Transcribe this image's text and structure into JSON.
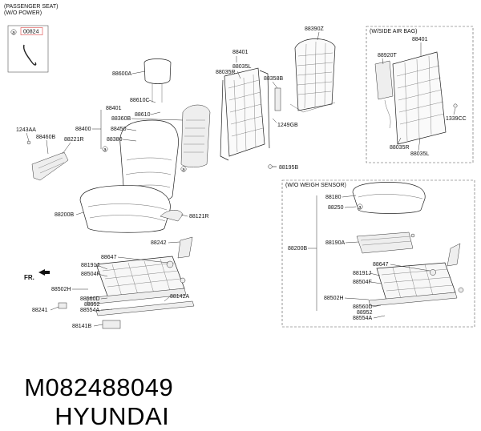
{
  "header": {
    "line1": "(PASSENGER SEAT)",
    "line2": "(W/O POWER)"
  },
  "inset": {
    "marker": "a",
    "part": "00824"
  },
  "boxes": {
    "side_airbag_title": "(W/SIDE AIR BAG)",
    "weigh_sensor_title": "(W/O WEIGH SENSOR)"
  },
  "callout_marks": [
    "a",
    "a",
    "a",
    "a"
  ],
  "direction_label": "FR.",
  "parts": {
    "p88390Z": "88390Z",
    "p88401_top": "88401",
    "p88035L_top": "88035L",
    "p88035R_top": "88035R",
    "p88358B": "88358B",
    "p1249GB": "1249GB",
    "p88195B": "88195B",
    "p88600A": "88600A",
    "p88610C": "88610C",
    "p88401_mid": "88401",
    "p88610": "88610",
    "p88360B": "88360B",
    "p88400": "88400",
    "p88450": "88450",
    "p88380": "88380",
    "p1243AA": "1243AA",
    "p88460B": "88460B",
    "p88221R": "88221R",
    "p88200B": "88200B",
    "p88121R": "88121R",
    "p88242": "88242",
    "p88647": "88647",
    "p88191J": "88191J",
    "p88504F": "88504F",
    "p88502H": "88502H",
    "p88560D": "88560D",
    "p88952": "88952",
    "p88554A": "88554A",
    "p88241": "88241",
    "p88142A": "88142A",
    "p88141B": "88141B",
    "sab_88401": "88401",
    "sab_88920T": "88920T",
    "sab_1339CC": "1339CC",
    "sab_88035R": "88035R",
    "sab_88035L": "88035L",
    "ws_88180": "88180",
    "ws_88250": "88250",
    "ws_88200B": "88200B",
    "ws_88190A": "88190A",
    "ws_88647": "88647",
    "ws_88191J": "88191J",
    "ws_88504F": "88504F",
    "ws_88502H": "88502H",
    "ws_88560D": "88560D",
    "ws_88952": "88952",
    "ws_88554A": "88554A"
  },
  "footer": {
    "part_number": "M082488049",
    "brand": "HYUNDAI"
  }
}
